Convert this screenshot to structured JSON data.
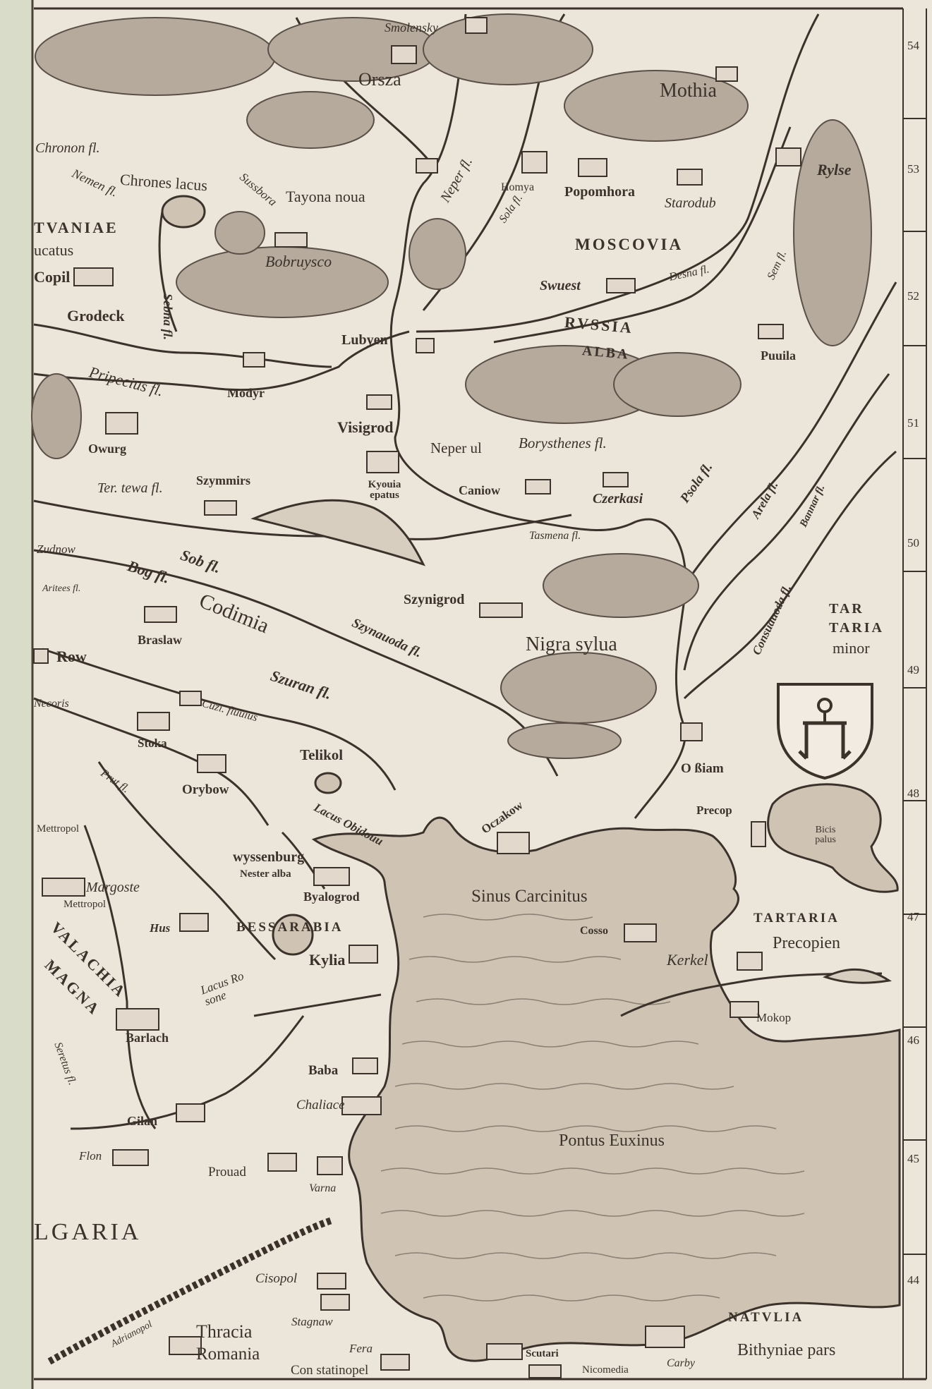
{
  "labels": {
    "smolensky": "Smolensky",
    "orsza": "Orsza",
    "mothia": "Mothia",
    "chronon_fl": "Chronon fl.",
    "chrones_lacus": "Chrones lacus",
    "tayona_noua": "Tayona noua",
    "neper_fl": "Neper fl.",
    "homya": "Homya",
    "popomhora": "Popomhora",
    "starodub": "Starodub",
    "rylse": "Rylse",
    "nemen_fl": "Nemen fl.",
    "lituaniae": "TVANIAE",
    "ducatus": "ucatus",
    "copil": "Copil",
    "sussbora": "Sussbora",
    "bobruysco": "Bobruysco",
    "sola_fl": "Sola fl.",
    "moscovia": "MOSCOVIA",
    "desna_fl": "Desna fl.",
    "swuest": "Swuest",
    "sem_fl": "Sem fl.",
    "grodeck": "Grodeck",
    "sebna_fl": "Sebna fl.",
    "lubyen": "Lubyen",
    "russia": "RVSSIA",
    "alba": "ALBA",
    "puuila": "Puuila",
    "pripecius_fl": "Pripecius fl.",
    "modyr": "Modyr",
    "visigrod": "Visigrod",
    "owurg": "Owurg",
    "neper_ul": "Neper ul",
    "borysthenes_fl": "Borysthenes fl.",
    "terterwa_fl": "Ter. tewa fl.",
    "szymmirs": "Szymmirs",
    "kyouia_epatus": "Kyouia epatus",
    "caniow": "Caniow",
    "czerkasi": "Czerkasi",
    "psola_fl": "Psola fl.",
    "arela_fl": "Arela fl.",
    "bannar_fl": "Bannar fl.",
    "zudnow": "Zudnow",
    "tasmena_fl": "Tasmena fl.",
    "sob_fl": "Sob fl.",
    "bog_fl": "Bog fl.",
    "aritees_fl": "Aritees fl.",
    "codimia": "Codimia",
    "szynigrod": "Szynigrod",
    "braslaw": "Braslaw",
    "szynauoda_fl": "Szynauoda fl.",
    "nigra_sylua": "Nigra sylua",
    "consuauoda_fl": "Consuauoda fl.",
    "tartaria_minor_1": "TAR",
    "tartaria_minor_2": "TARIA",
    "tartaria_minor_3": "minor",
    "row": "Row",
    "szuran_fl": "Szuran fl.",
    "necoris": "Necoris",
    "cuzi_fluuius": "Cuzi. fluuius",
    "stoka": "Stoka",
    "telikol": "Telikol",
    "ociam": "O ßiam",
    "orybow": "Orybow",
    "prut_fl": "Prut fl.",
    "lacus_obidouu": "Lacus Obidouu",
    "oczakow": "Oczakow",
    "precop": "Precop",
    "bicis_palus": "Bicis palus",
    "moldauia_mettropol": "Mettropol",
    "wyssenburg": "wyssenburg",
    "nester_alba": "Nester alba",
    "margoste": "Margoste",
    "mettropol2": "Mettropol",
    "byalogrod": "Byalogrod",
    "sinus_carcinitus": "Sinus Carcinitus",
    "hus": "Hus",
    "bessarabia": "BESSARABIA",
    "cosso": "Cosso",
    "tartaria_precopiens_1": "TARTARIA",
    "tartaria_precopiens_2": "Precopien",
    "valachia": "VALACHIA",
    "magna": "MAGNA",
    "kylia": "Kylia",
    "kerkel": "Kerkel",
    "lacus_rosone": "Lacus Ro sone",
    "barlach": "Barlach",
    "mokop": "Mokop",
    "seretus_fl": "Seretus fl.",
    "baba": "Baba",
    "chaliace": "Chaliace",
    "gilan": "Gilan",
    "pontus_euxinus": "Pontus Euxinus",
    "flon": "Flon",
    "prouad": "Prouad",
    "varna": "Varna",
    "bulgaria": "LGARIA",
    "cisopol": "Cisopol",
    "adrianopol": "Adrianopol",
    "thracia": "Thracia",
    "romania": "Romania",
    "stagnaw": "Stagnaw",
    "natulia": "NATVLIA",
    "bithyniae_pars": "Bithyniae pars",
    "fera": "Fera",
    "constatinopel": "Con statinopel",
    "scutari": "Scutari",
    "nicomedia": "Nicomedia",
    "carby": "Carby"
  },
  "latitude_marks": [
    "54",
    "53",
    "52",
    "51",
    "50",
    "49",
    "48",
    "47",
    "46",
    "45",
    "44"
  ],
  "colors": {
    "paper": "#ece5da",
    "ink": "#3b332b",
    "sea": "#cfc4b4",
    "tree": "#6b6056"
  }
}
